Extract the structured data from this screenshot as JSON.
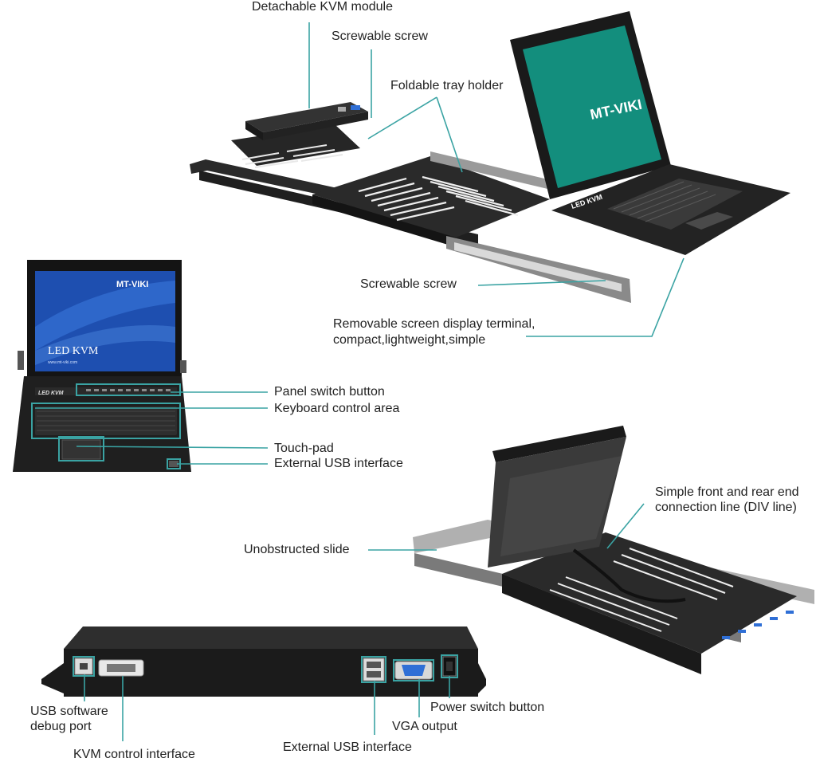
{
  "colors": {
    "callout_line": "#3aa3a3",
    "device_dark": "#1e1e1e",
    "device_mid": "#2b2b2b",
    "screen_green": "#138e7d",
    "screen_blue": "#1e4fb0",
    "port_blue": "#2f6fd6"
  },
  "top_view": {
    "labels": {
      "kvm_module": "Detachable KVM module",
      "screw_top": "Screwable screw",
      "tray_holder": "Foldable tray holder",
      "screw_bottom": "Screwable screw",
      "screen_line1": "Removable screen display terminal,",
      "screen_line2": "compact,lightweight,simple"
    },
    "logo": "MT-VIKI",
    "bezel_text": "LED KVM"
  },
  "front_view": {
    "labels": {
      "panel_switch": "Panel switch button",
      "keyboard": "Keyboard control area",
      "touchpad": "Touch-pad",
      "usb": "External USB interface"
    },
    "screen_logo": "MT-VIKI",
    "screen_title": "LED KVM",
    "screen_url": "www.mt-viki.com",
    "bezel_text": "LED KVM"
  },
  "slide_view": {
    "labels": {
      "connection_line1": "Simple front and rear end",
      "connection_line2": "connection line (DIV line)",
      "slide": "Unobstructed slide"
    }
  },
  "rear_view": {
    "labels": {
      "usb_debug_line1": "USB software",
      "usb_debug_line2": "debug port",
      "kvm_control": "KVM control interface",
      "ext_usb": "External USB interface",
      "vga": "VGA output",
      "power": "Power switch button"
    }
  }
}
